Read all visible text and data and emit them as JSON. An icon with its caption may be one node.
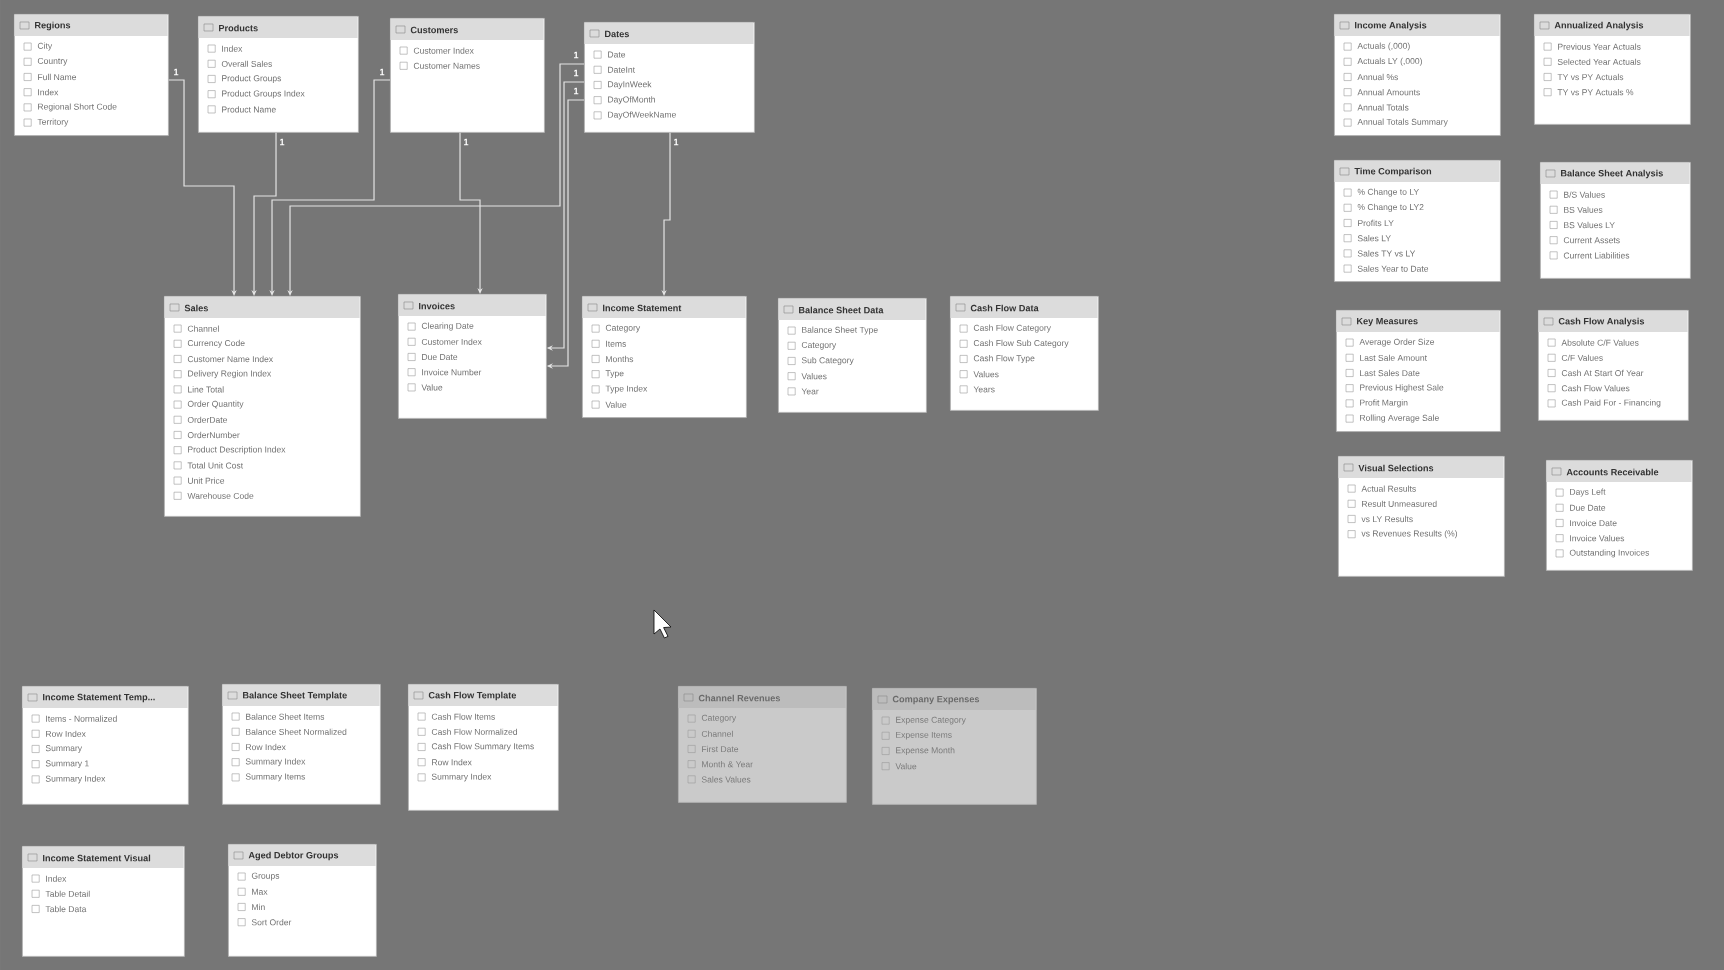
{
  "diagram": {
    "nodes": [
      {
        "text": [
          "Regions",
          "City",
          "Country",
          "Full Name",
          "Index",
          "Regional Short Code",
          "Territory"
        ]
      },
      {
        "text": [
          "Products",
          "Index",
          "Overall Sales",
          "Product Groups",
          "Product Groups Index",
          "Product Name"
        ]
      },
      {
        "text": [
          "Customers",
          "Customer Index",
          "Customer Names"
        ]
      },
      {
        "text": [
          "Dates",
          "Date",
          "DateInt",
          "DayInWeek",
          "DayOfMonth",
          "DayOfWeekName"
        ]
      },
      {
        "text": [
          "Income Analysis",
          "Actuals (,000)",
          "Actuals LY (,000)",
          "Annual %s",
          "Annual Amounts",
          "Annual Totals",
          "Annual Totals Summary"
        ]
      },
      {
        "text": [
          "Annualized Analysis",
          "Previous Year Actuals",
          "Selected Year Actuals",
          "TY vs PY Actuals",
          "TY vs PY Actuals %"
        ]
      },
      {
        "text": [
          "Sales",
          "Channel",
          "Currency Code",
          "Customer Name Index",
          "Delivery Region Index",
          "Line Total",
          "Order Quantity",
          "OrderDate",
          "OrderNumber",
          "Product Description Index",
          "Total Unit Cost",
          "Unit Price",
          "Warehouse Code"
        ]
      },
      {
        "text": [
          "Invoices",
          "Clearing Date",
          "Customer Index",
          "Due Date",
          "Invoice Number",
          "Value"
        ]
      },
      {
        "text": [
          "Income Statement",
          "Category",
          "Items",
          "Months",
          "Type",
          "Type Index",
          "Value"
        ]
      },
      {
        "text": [
          "Balance Sheet Data",
          "Balance Sheet Type",
          "Category",
          "Sub Category",
          "Values",
          "Year"
        ]
      },
      {
        "text": [
          "Cash Flow Data",
          "Cash Flow Category",
          "Cash Flow Sub Category",
          "Cash Flow Type",
          "Values",
          "Years"
        ]
      },
      {
        "text": [
          "Time Comparison",
          "% Change to LY",
          "% Change to LY2",
          "Profits LY",
          "Sales LY",
          "Sales TY vs LY",
          "Sales Year to Date"
        ]
      },
      {
        "text": [
          "Balance Sheet Analysis",
          "B/S Values",
          "BS Values",
          "BS Values LY",
          "Current Assets",
          "Current Liabilities"
        ]
      },
      {
        "text": [
          "Key Measures",
          "Average Order Size",
          "Last Sale Amount",
          "Last Sales Date",
          "Previous Highest Sale",
          "Profit Margin",
          "Rolling Average Sale"
        ]
      },
      {
        "text": [
          "Cash Flow Analysis",
          "Absolute C/F Values",
          "C/F Values",
          "Cash At Start Of Year",
          "Cash Flow Values",
          "Cash Paid For - Financing"
        ]
      },
      {
        "text": [
          "Visual Selections",
          "Actual Results",
          "Result Unmeasured",
          "vs LY Results",
          "vs Revenues Results (%)"
        ]
      },
      {
        "text": [
          "Accounts Receivable",
          "Days Left",
          "Due Date",
          "Invoice Date",
          "Invoice Values",
          "Outstanding Invoices"
        ]
      },
      {
        "text": [
          "Income Statement Temp...",
          "Items - Normalized",
          "Row Index",
          "Summary",
          "Summary 1",
          "Summary Index"
        ]
      },
      {
        "text": [
          "Balance Sheet Template",
          "Balance Sheet Items",
          "Balance Sheet Normalized",
          "Row Index",
          "Summary Index",
          "Summary Items"
        ]
      },
      {
        "text": [
          "Cash Flow Template",
          "Cash Flow Items",
          "Cash Flow Normalized",
          "Cash Flow Summary Items",
          "Row Index",
          "Summary Index"
        ]
      },
      {
        "text": [
          "Channel Revenues",
          "Category",
          "Channel",
          "First Date",
          "Month & Year",
          "Sales Values"
        ]
      },
      {
        "text": [
          "Company Expenses",
          "Expense Category",
          "Expense Items",
          "Expense Month",
          "Value"
        ]
      },
      {
        "text": [
          "Income Statement Visual",
          "Index",
          "Table Detail",
          "Table Data"
        ]
      },
      {
        "text": [
          "Aged Debtor Groups",
          "Groups",
          "Max",
          "Min",
          "Sort Order"
        ]
      }
    ],
    "edges": [
      {
        "from": 0,
        "to": 6,
        "arrow": "to",
        "label": "1"
      },
      {
        "from": 1,
        "to": 6,
        "arrow": "to",
        "label": "1"
      },
      {
        "from": 2,
        "to": 6,
        "arrow": "to",
        "label": "1"
      },
      {
        "from": 2,
        "to": 7,
        "arrow": "to",
        "label": "1"
      },
      {
        "from": 3,
        "to": 6,
        "arrow": "to",
        "label": "1"
      },
      {
        "from": 3,
        "to": 7,
        "arrow": "to",
        "label": "1"
      },
      {
        "from": 3,
        "to": 7,
        "arrow": "to",
        "label": "1"
      },
      {
        "from": 3,
        "to": 8,
        "arrow": "to",
        "label": "1"
      }
    ]
  }
}
